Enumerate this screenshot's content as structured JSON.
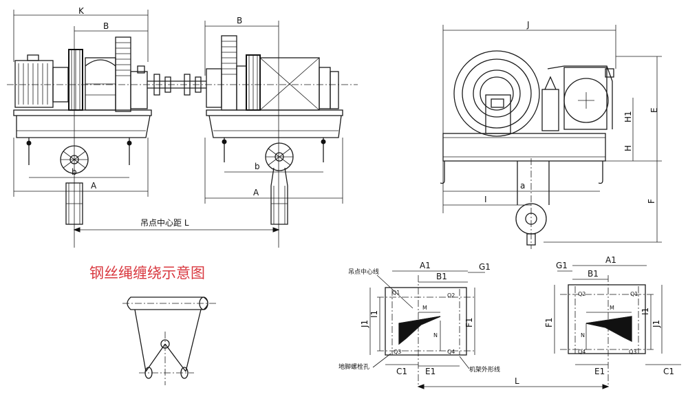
{
  "labels": {
    "K": "K",
    "B": "B",
    "A": "A",
    "b": "b",
    "lifting_distance": "吊点中心距  L",
    "J": "J",
    "H1": "H1",
    "H": "H",
    "E": "E",
    "a": "a",
    "I": "I",
    "F": "F",
    "rope_diagram_title": "钢丝绳缠绕示意图",
    "A1": "A1",
    "B1": "B1",
    "G1": "G1",
    "lift_centerline": "吊点中心线",
    "Q1": "Q1",
    "Q2": "Q2",
    "Q3": "Q3",
    "Q4": "Q4",
    "M": "M",
    "N": "N",
    "I1": "I1",
    "J1": "J1",
    "F1": "F1",
    "C1": "C1",
    "E1": "E1",
    "L": "L",
    "anchor_bolt_hole": "地脚螺栓孔",
    "frame_outline": "机架外形线"
  },
  "colors": {
    "line": "#1a1a1a",
    "title_red": "#d9383f"
  }
}
